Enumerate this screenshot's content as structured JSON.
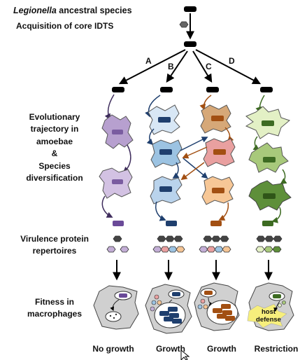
{
  "labels": {
    "ancestral_species_italic": "Legionella",
    "ancestral_species_rest": " ancestral species",
    "acquisition": "Acquisition of core IDTS",
    "evolution": [
      "Evolutionary",
      "trajectory in",
      "amoebae",
      "&",
      "Species",
      "diversification"
    ],
    "virulence": [
      "Virulence protein",
      "repertoires"
    ],
    "fitness": [
      "Fitness in",
      "macrophages"
    ],
    "host_defense": [
      "host",
      "defense"
    ]
  },
  "branches": [
    "A",
    "B",
    "C",
    "D"
  ],
  "outcomes": [
    "No growth",
    "Growth",
    "Growth",
    "Restriction"
  ],
  "colors": {
    "purple": "#8c6bb0",
    "purple_light": "#c3aed6",
    "blue": "#1f3f6e",
    "blue_light": "#cfe0f0",
    "blue_mid": "#9cc3e2",
    "orange": "#a24f12",
    "tan": "#d7aa7d",
    "peach": "#f5c595",
    "pink": "#e9a0a0",
    "green": "#3d6b22",
    "green_light": "#e3f0c5",
    "green_mid": "#a8c97b",
    "green_dark": "#5e8f3a",
    "grey_cell": "#d0d0d0",
    "yellow": "#f7ef7c"
  }
}
